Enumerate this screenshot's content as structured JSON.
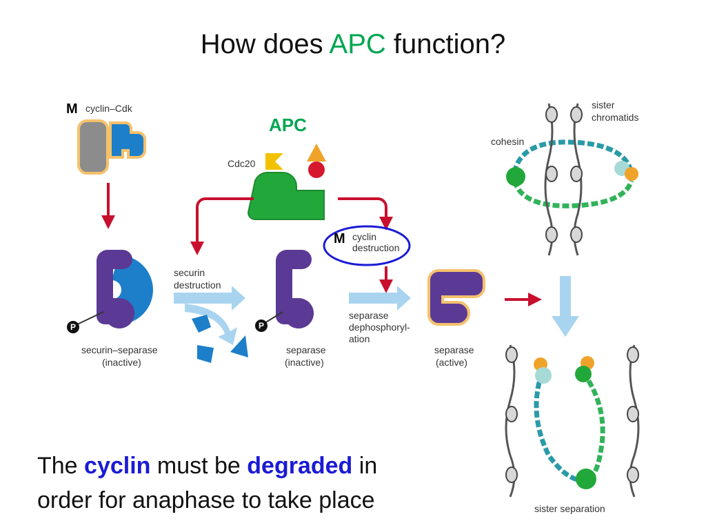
{
  "title": {
    "prefix": "How does ",
    "accent": "APC",
    "suffix": " function?"
  },
  "caption": {
    "line1_a": "The ",
    "line1_b": "cyclin",
    "line1_c": " must be ",
    "line1_d": "degraded",
    "line1_e": " in",
    "line2": "order for anaphase to take place"
  },
  "diagram": {
    "m_label": "M",
    "cyclin_cdk": "cyclin–Cdk",
    "apc": "APC",
    "cdc20": "Cdc20",
    "securin_destruction": [
      "securin",
      "destruction"
    ],
    "cyclin_destruction": [
      "cyclin",
      "destruction"
    ],
    "separase_dephos": [
      "separase",
      "dephosphoryl-",
      "ation"
    ],
    "securin_separase": [
      "securin–separase",
      "(inactive)"
    ],
    "separase_inactive": [
      "separase",
      "(inactive)"
    ],
    "separase_active": [
      "separase",
      "(active)"
    ],
    "sister_chromatids": [
      "sister",
      "chromatids"
    ],
    "cohesin": "cohesin",
    "sister_separation": "sister separation",
    "phospho": "P"
  },
  "colors": {
    "accent_green": "#00a651",
    "highlight_blue": "#1a1ad6",
    "arrow_red": "#c8102e",
    "arrow_light_blue": "#a9d4f0",
    "separase_purple": "#5b3a96",
    "securin_blue": "#1d7fc9",
    "apc_green": "#22a83a",
    "cdc20_yellow": "#f2c200",
    "cdk_gray": "#8c8c8c",
    "circle_blue": "#1a1ad6"
  }
}
